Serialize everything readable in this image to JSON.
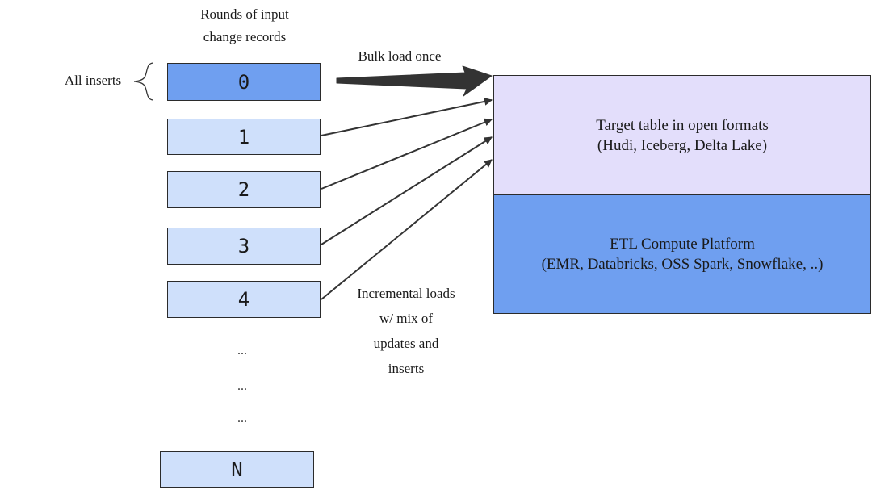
{
  "header": {
    "rounds_title_line1": "Rounds of input",
    "rounds_title_line2": "change records"
  },
  "annotations": {
    "all_inserts": "All inserts",
    "bulk_load": "Bulk load once",
    "incremental_line1": "Incremental loads",
    "incremental_line2": "w/ mix of",
    "incremental_line3": "updates and",
    "incremental_line4": "inserts"
  },
  "rounds": [
    "0",
    "1",
    "2",
    "3",
    "4"
  ],
  "ellipses": [
    "...",
    "...",
    "..."
  ],
  "last_round": "N",
  "target": {
    "line1": "Target table in open formats",
    "line2": "(Hudi, Iceberg, Delta Lake)"
  },
  "platform": {
    "line1": "ETL Compute Platform",
    "line2": "(EMR, Databricks, OSS Spark, Snowflake, ..)"
  },
  "colors": {
    "first_round": "#6f9ff0",
    "round": "#cfe0fb",
    "target": "#e3defb",
    "platform": "#6f9ff0",
    "arrow": "#333333"
  }
}
